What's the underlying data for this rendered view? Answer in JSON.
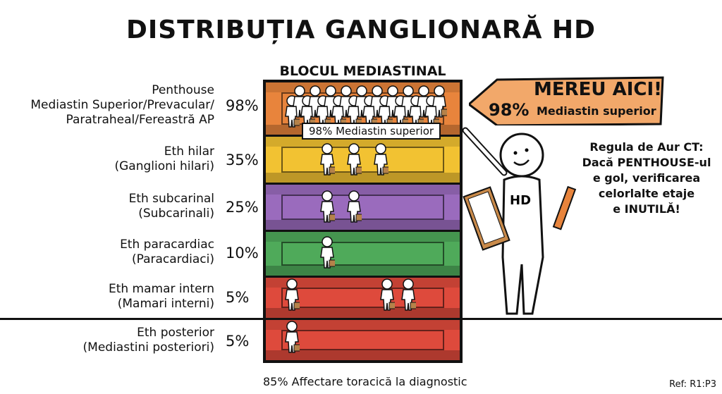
{
  "title": "DISTRIBUȚIA GANGLIONARĂ HD",
  "subtitle": "BLOCUL MEDIASTINAL",
  "floors": [
    {
      "name": "Penthouse",
      "detail": "Mediastin Superior/Prevacular/",
      "detail2": "Paratraheal/Fereastră AP",
      "pct": "98%",
      "color": "#e8843c",
      "figures": 20
    },
    {
      "name": "Eth hilar",
      "detail": "(Ganglioni hilari)",
      "pct": "35%",
      "color": "#f2c232",
      "figures": 3
    },
    {
      "name": "Eth subcarinal",
      "detail": "(Subcarinali)",
      "pct": "25%",
      "color": "#9a6bbd",
      "figures": 2
    },
    {
      "name": "Eth paracardiac",
      "detail": "(Paracardiaci)",
      "pct": "10%",
      "color": "#4faa5a",
      "figures": 1
    },
    {
      "name": "Eth mamar intern",
      "detail": "(Mamari interni)",
      "pct": "5%",
      "color": "#de4a3c",
      "figures": 3
    },
    {
      "name": "Eth posterior",
      "detail": "(Mediastini posteriori)",
      "pct": "5%",
      "color": "#de4a3c",
      "figures": 1
    }
  ],
  "inner_callout": "98% Mediastin superior",
  "flag": {
    "headline": "MEREU AICI!",
    "pct": "98%",
    "text": "Mediastin superior",
    "color": "#f2a86a"
  },
  "character_label": "HD",
  "rule": {
    "title": "Regula de Aur CT:",
    "line1": "Dacă PENTHOUSE-ul",
    "line2": "e gol, verificarea",
    "line3": "celorlalte etaje",
    "line4": "e INUTILĂ!"
  },
  "figure_label": "HD",
  "footer": "85% Affectare toracică la diagnostic",
  "ref": "Ref: R1:P3"
}
